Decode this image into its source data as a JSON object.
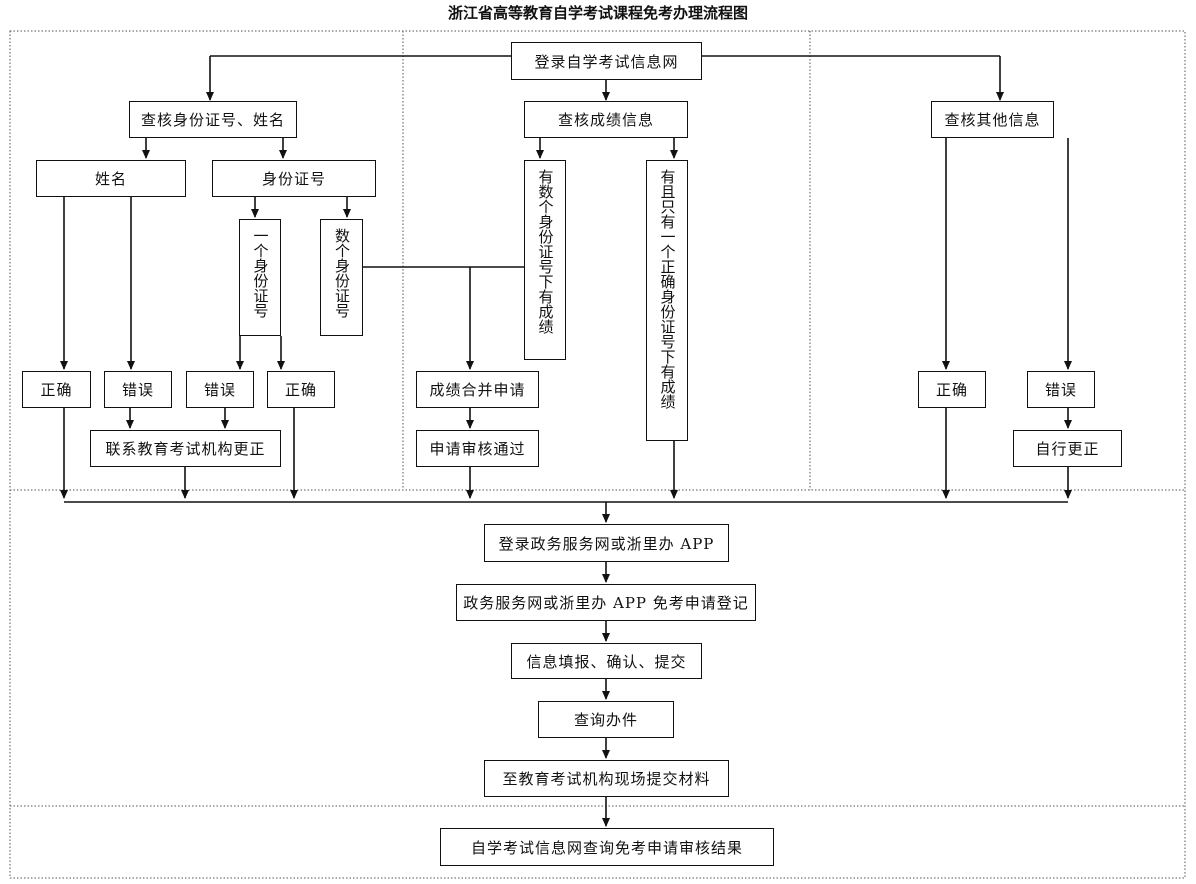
{
  "title": "浙江省高等教育自学考试课程免考办理流程图",
  "nodes": {
    "login_site": "登录自学考试信息网",
    "check_id_name": "查核身份证号、姓名",
    "check_scores": "查核成绩信息",
    "check_other": "查核其他信息",
    "name": "姓名",
    "id_number": "身份证号",
    "one_id": "一个身份证号",
    "multi_id": "数个身份证号",
    "multi_id_scores": "有数个身份证号下有成绩",
    "single_correct_id_scores": "有且只有一个正确身份证号下有成绩",
    "name_correct": "正确",
    "name_error": "错误",
    "id_error": "错误",
    "id_correct": "正确",
    "contact_org": "联系教育考试机构更正",
    "merge_apply": "成绩合并申请",
    "apply_approved": "申请审核通过",
    "other_correct": "正确",
    "other_error": "错误",
    "self_correct": "自行更正",
    "login_gov": "登录政务服务网或浙里办 APP",
    "gov_register": "政务服务网或浙里办 APP 免考申请登记",
    "fill_info": "信息填报、确认、提交",
    "query_progress": "查询办件",
    "submit_materials": "至教育考试机构现场提交材料",
    "query_result": "自学考试信息网查询免考申请审核结果"
  }
}
